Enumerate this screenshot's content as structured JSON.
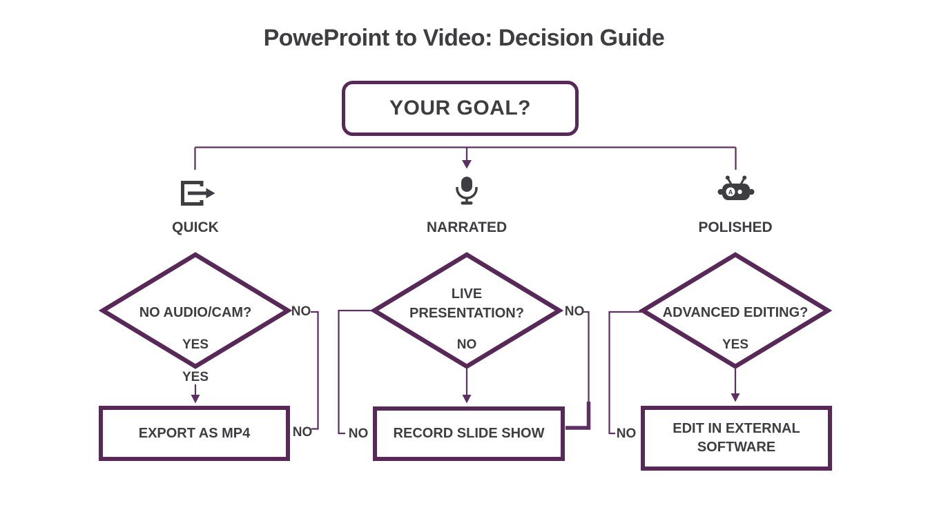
{
  "title": "PoweProint to Video: Decision Guide",
  "root": {
    "label": "YOUR GOAL?"
  },
  "columns": [
    {
      "branch_label": "QUICK",
      "icon": "export-icon",
      "question": "NO AUDIO/CAM?",
      "inner_answer": "YES",
      "below_diamond_label": "YES",
      "result": "EXPORT AS MP4",
      "no_labels": {
        "top_right": "NO",
        "bottom_right": "NO"
      }
    },
    {
      "branch_label": "NARRATED",
      "icon": "microphone-icon",
      "question": "LIVE PRESENTATION?",
      "inner_answer": "NO",
      "result": "RECORD SLIDE SHOW",
      "no_labels": {
        "top_right": "NO",
        "bottom_left": "NO"
      }
    },
    {
      "branch_label": "POLISHED",
      "icon": "robot-icon",
      "question": "ADVANCED EDITING?",
      "inner_answer": "YES",
      "result": "EDIT IN EXTERNAL SOFTWARE",
      "no_labels": {
        "bottom_left": "NO"
      }
    }
  ],
  "icon_details": {
    "robot_eye_letter": "A"
  },
  "colors": {
    "shape_border": "#582858",
    "connector_line": "#5d2f63",
    "text": "#3d3d42",
    "background": "#ffffff"
  }
}
